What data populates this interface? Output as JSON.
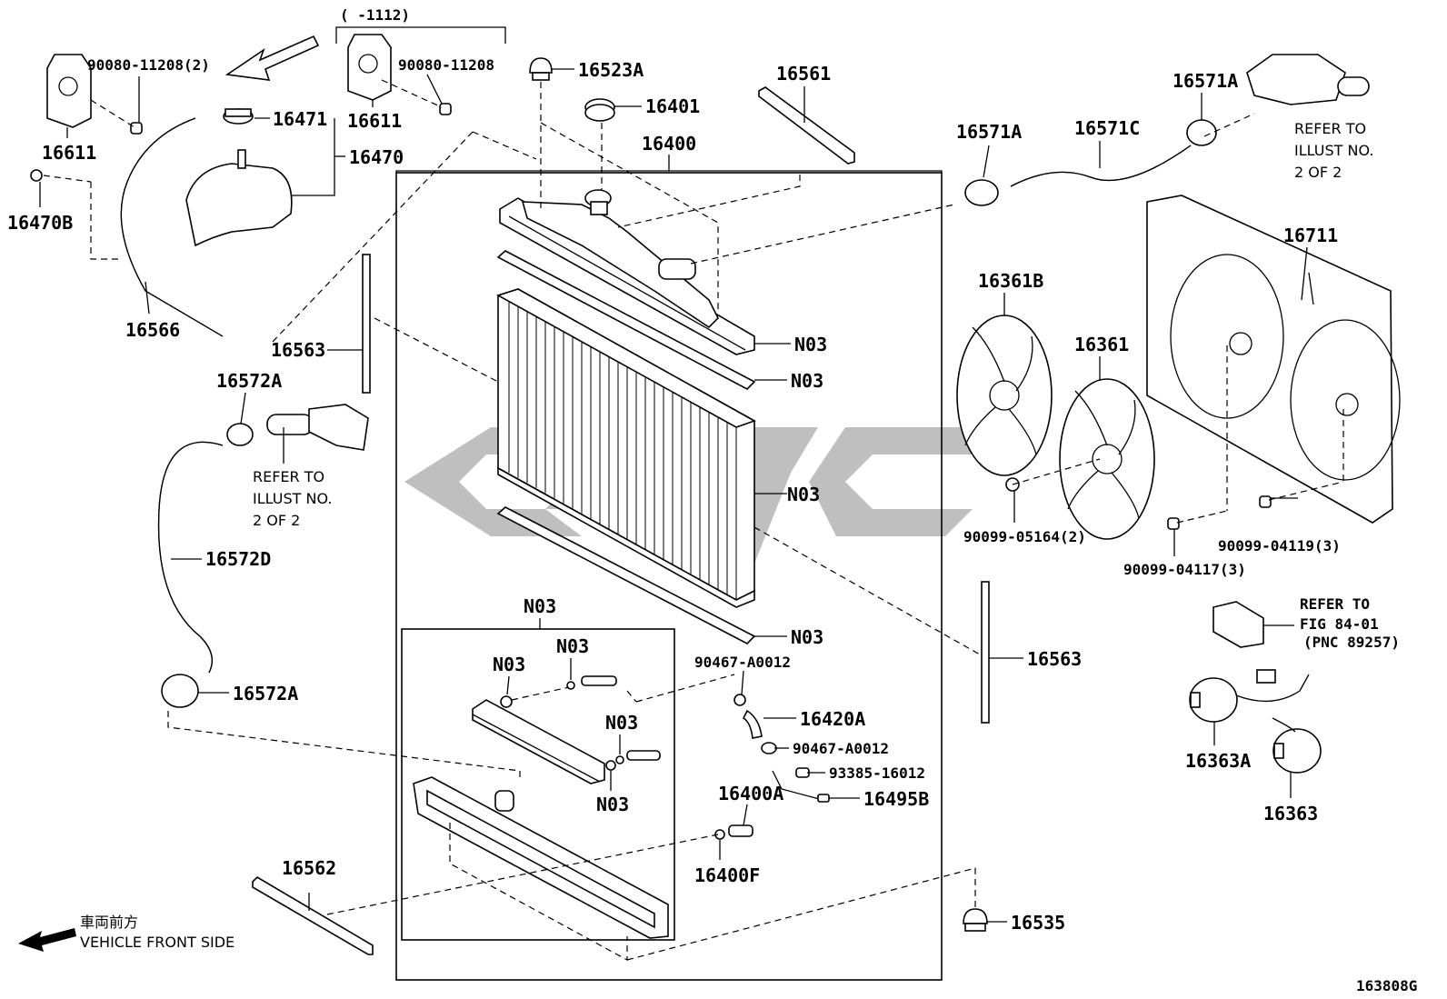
{
  "diagram_id": "163808G",
  "watermark": "",
  "front_side": {
    "jp": "車両前方",
    "en": "VEHICLE FRONT SIDE"
  },
  "serial_range": "(      -1112)",
  "labels": {
    "p90080_11208_2": "90080-11208(2)",
    "p90080_11208": "90080-11208",
    "p16611_a": "16611",
    "p16611_b": "16611",
    "p16523A": "16523A",
    "p16401": "16401",
    "p16561": "16561",
    "p16471": "16471",
    "p16470": "16470",
    "p16400": "16400",
    "p16470B": "16470B",
    "p16566": "16566",
    "p16563_a": "16563",
    "p16572A_a": "16572A",
    "refer2_a": [
      "REFER TO",
      "ILLUST NO.",
      "2 OF 2"
    ],
    "p16572D": "16572D",
    "p16572A_b": "16572A",
    "p16562": "16562",
    "p16571A_a": "16571A",
    "p16571C": "16571C",
    "p16571A_b": "16571A",
    "refer2_b": [
      "REFER TO",
      "ILLUST NO.",
      "2 OF 2"
    ],
    "p16711": "16711",
    "p16361B": "16361B",
    "p16361": "16361",
    "p90099_05164": "90099-05164(2)",
    "p90099_04117": "90099-04117(3)",
    "p90099_04119": "90099-04119(3)",
    "refer_fig": [
      "REFER TO",
      "FIG 84-01",
      "(PNC 89257)"
    ],
    "p16563_b": "16563",
    "p16363A": "16363A",
    "p16363": "16363",
    "n03_1": "N03",
    "n03_2": "N03",
    "n03_3": "N03",
    "n03_4": "N03",
    "n03_box": "N03",
    "n03_a": "N03",
    "n03_b": "N03",
    "n03_c": "N03",
    "n03_d": "N03",
    "p90467_a": "90467-A0012",
    "p16420A": "16420A",
    "p90467_b": "90467-A0012",
    "p93385": "93385-16012",
    "p16400A": "16400A",
    "p16495B": "16495B",
    "p16400F": "16400F",
    "p16535": "16535"
  }
}
